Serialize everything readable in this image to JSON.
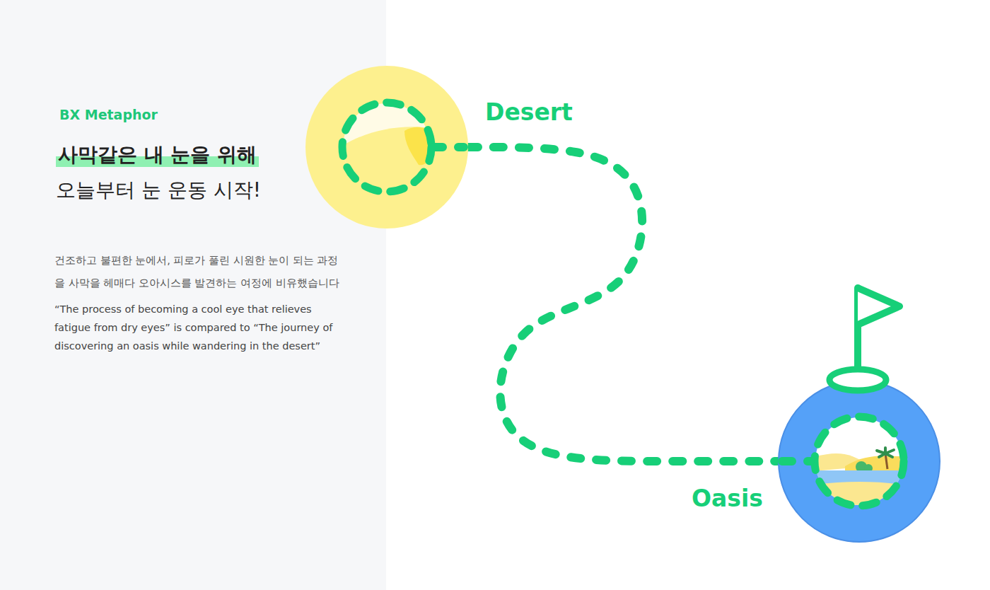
{
  "diagram": {
    "nodes": [
      {
        "text": [
          "Desert"
        ]
      },
      {
        "text": [
          "Oasis"
        ]
      }
    ],
    "edges": [
      {
        "from": 0,
        "to": 1,
        "arrow": "none"
      }
    ],
    "labels": [
      "BX Metaphor",
      "사막같은 내 눈을 위해",
      "오늘부터 눈 운동 시작!",
      "건조하고 불편한 눈에서, 피로가 풀린 시원한 눈이 되는 과정을 사막을 헤매다 오아시스를 발견하는 여정에 비유했습니다",
      "“The process of becoming a cool eye that relieves fatigue from dry eyes” is compared to “The journey of discovering an oasis while wandering in the desert”"
    ]
  }
}
